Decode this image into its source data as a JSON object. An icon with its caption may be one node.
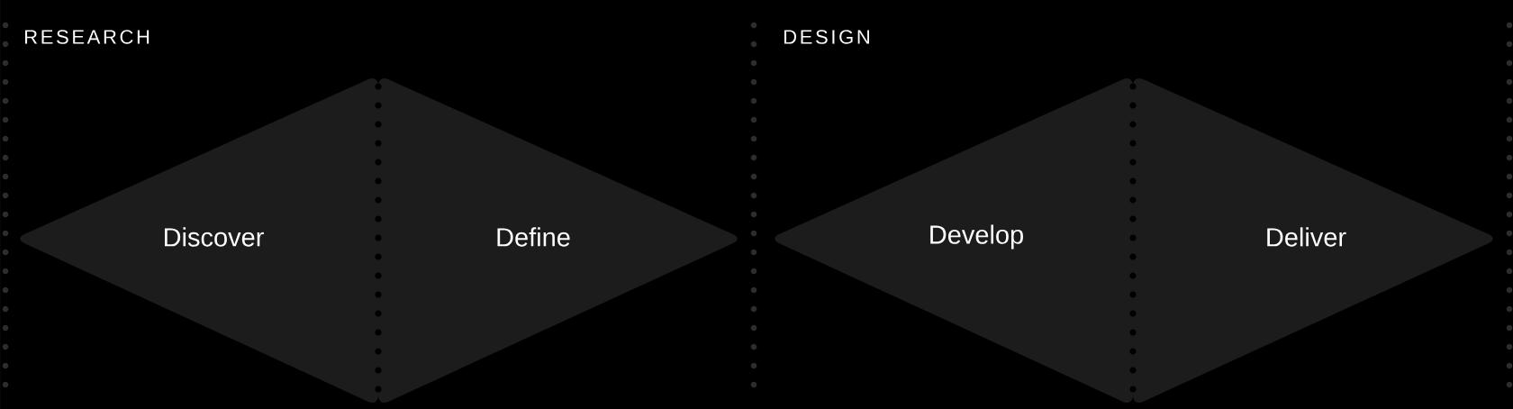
{
  "diagram": {
    "nodes": [
      {
        "text": [
          "Discover"
        ]
      },
      {
        "text": [
          "Define"
        ]
      },
      {
        "text": [
          "Develop"
        ]
      },
      {
        "text": [
          "Deliver"
        ]
      }
    ],
    "labels": [
      "RESEARCH",
      "DESIGN"
    ]
  }
}
